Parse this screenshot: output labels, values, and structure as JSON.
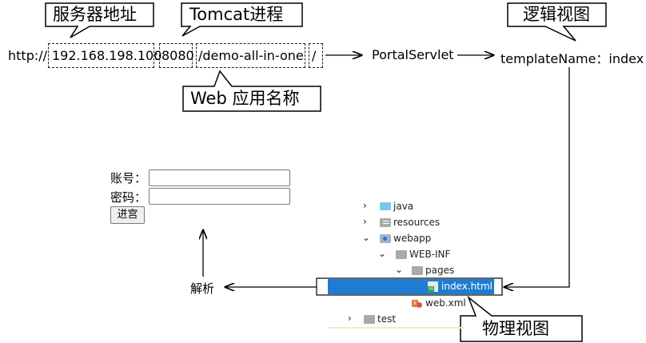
{
  "callouts": {
    "server_address": "服务器地址",
    "tomcat_process": "Tomcat进程",
    "logical_view": "逻辑视图",
    "web_app_name": "Web 应用名称",
    "physical_view": "物理视图"
  },
  "url": {
    "scheme": "http://",
    "host": "192.168.198.100",
    "colon": ":",
    "port": "8080",
    "app_path": "/demo-all-in-one",
    "slash": "/"
  },
  "flow": {
    "servlet": "PortalServlet",
    "template": "templateName：index",
    "parse": "解析"
  },
  "form": {
    "account_label": "账号：",
    "password_label": "密码：",
    "submit_label": "进宫"
  },
  "tree": {
    "java": "java",
    "resources": "resources",
    "webapp": "webapp",
    "web_inf": "WEB-INF",
    "pages": "pages",
    "index_html": "index.html",
    "web_xml": "web.xml",
    "test": "test"
  },
  "colors": {
    "selection": "#1f7cd1",
    "folder_blue": "#7cc6ea",
    "folder_gray": "#a9a9a9"
  }
}
